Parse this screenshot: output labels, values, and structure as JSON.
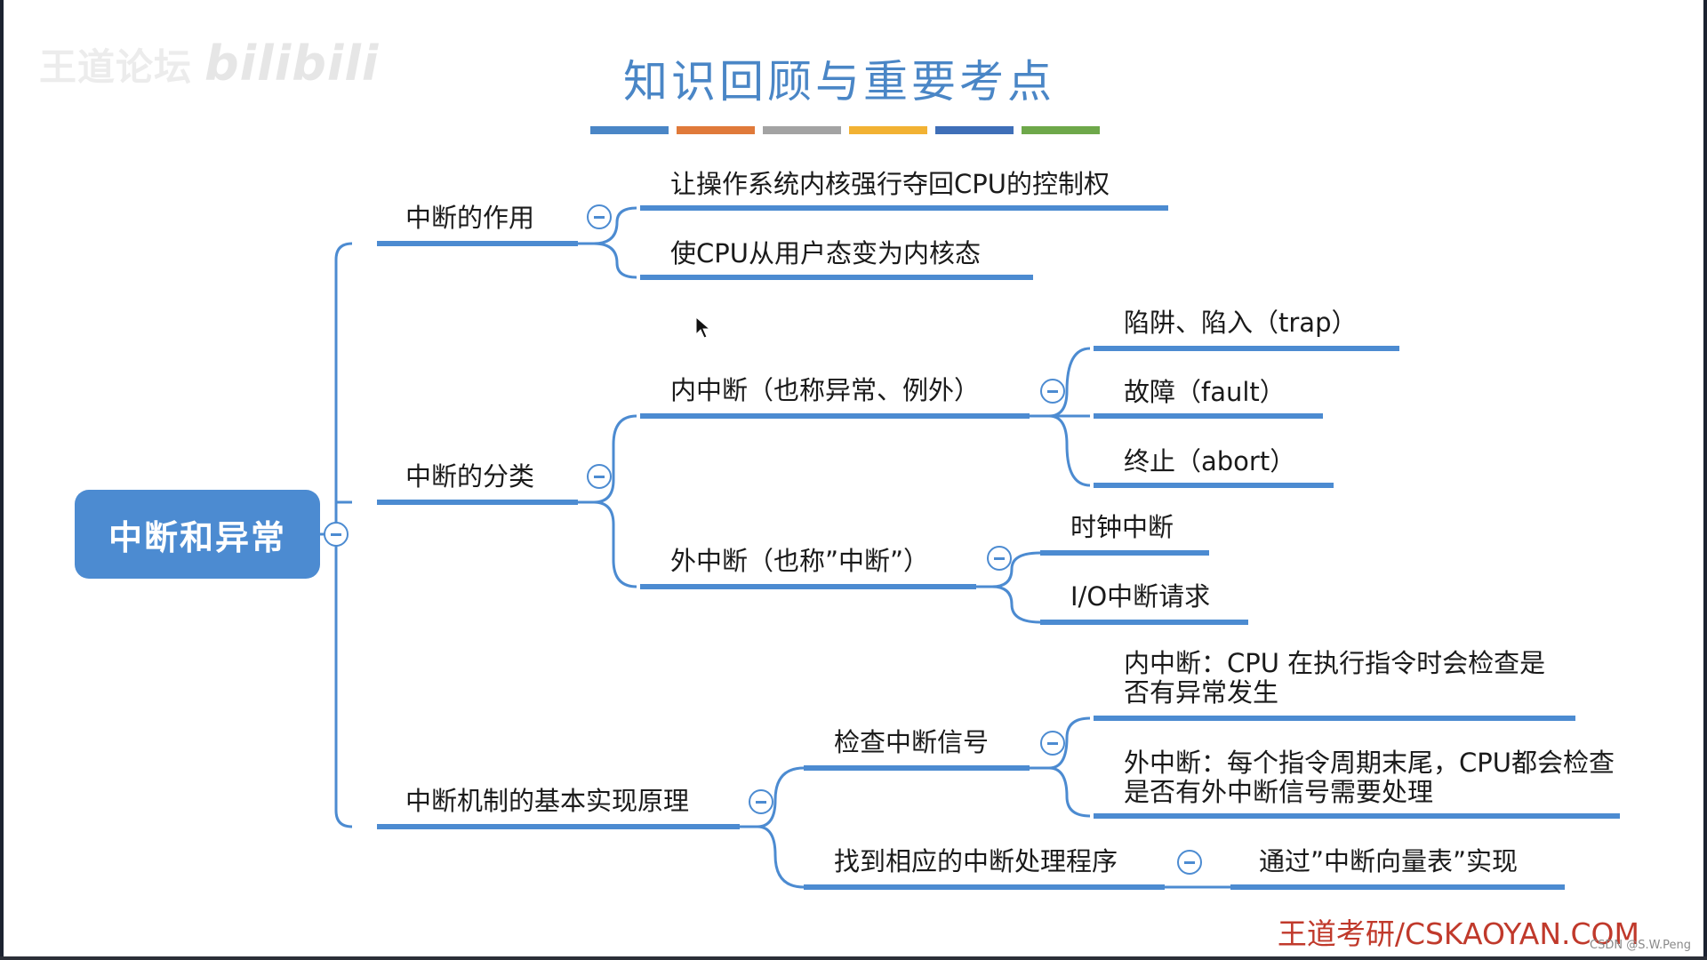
{
  "watermark": {
    "text": "王道论坛",
    "logo": "bilibili"
  },
  "title": "知识回顾与重要考点",
  "color_bars": [
    "#4a86c6",
    "#e07a3a",
    "#a3a3a3",
    "#f2b233",
    "#3f6fb8",
    "#6ea84a"
  ],
  "mindmap": {
    "root": "中断和异常",
    "functions": {
      "label": "中断的作用",
      "items": [
        "让操作系统内核强行夺回CPU的控制权",
        "使CPU从用户态变为内核态"
      ]
    },
    "classification": {
      "label": "中断的分类",
      "internal": {
        "label": "内中断（也称异常、例外）",
        "items": [
          "陷阱、陷入（trap）",
          "故障（fault）",
          "终止（abort）"
        ]
      },
      "external": {
        "label": "外中断（也称”中断”）",
        "items": [
          "时钟中断",
          "I/O中断请求"
        ]
      }
    },
    "mechanism": {
      "label": "中断机制的基本实现原理",
      "check": {
        "label": "检查中断信号",
        "items": [
          "内中断：CPU 在执行指令时会检查是否有异常发生",
          "外中断：每个指令周期末尾，CPU都会检查是否有外中断信号需要处理"
        ]
      },
      "handler": {
        "label": "找到相应的中断处理程序",
        "items": [
          "通过”中断向量表”实现"
        ]
      }
    }
  },
  "footer": {
    "brand": "王道考研/CSKAOYAN.COM",
    "credit": "CSDN @S.W.Peng"
  },
  "colors": {
    "accent": "#4c8bd1",
    "title": "#4a86c6",
    "brand": "#c0392b"
  }
}
